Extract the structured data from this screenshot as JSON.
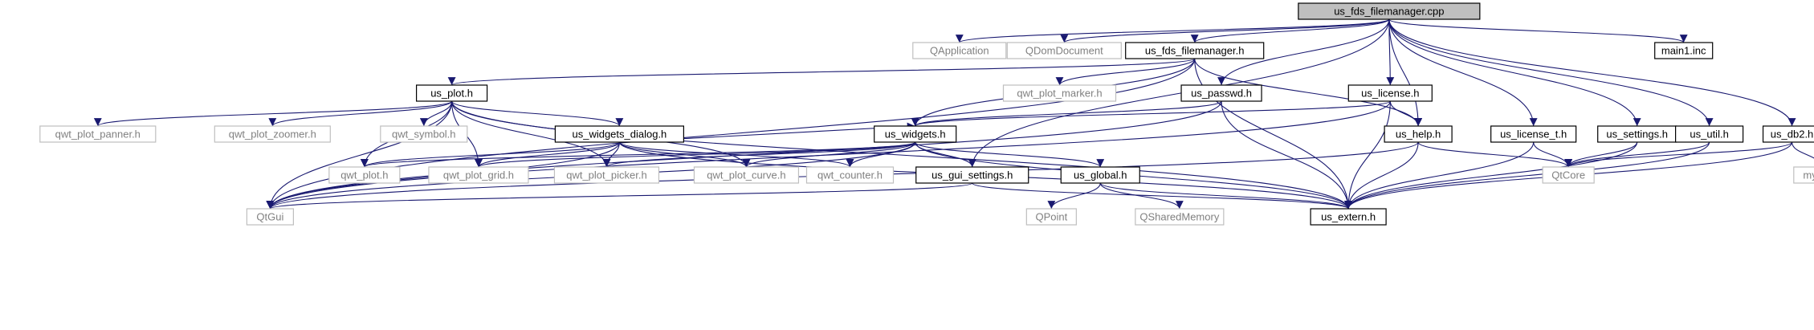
{
  "graph": {
    "title": "us_fds_filemanager.cpp",
    "colors": {
      "edge": "#191970",
      "defined_border": "#000000",
      "undefined_border": "#bfbfbf",
      "root_fill": "#bfbfbf",
      "defined_text": "#000000",
      "undefined_text": "#808080"
    },
    "nodes": [
      {
        "id": "root",
        "label": "us_fds_filemanager.cpp",
        "style": "root"
      },
      {
        "id": "qapplication",
        "label": "QApplication",
        "style": "undefined"
      },
      {
        "id": "qdomdocument",
        "label": "QDomDocument",
        "style": "undefined"
      },
      {
        "id": "us_fds_filemanager_h",
        "label": "us_fds_filemanager.h",
        "style": "defined"
      },
      {
        "id": "main1_inc",
        "label": "main1.inc",
        "style": "defined"
      },
      {
        "id": "us_plot_h",
        "label": "us_plot.h",
        "style": "defined"
      },
      {
        "id": "qwt_plot_marker_h",
        "label": "qwt_plot_marker.h",
        "style": "undefined"
      },
      {
        "id": "us_passwd_h",
        "label": "us_passwd.h",
        "style": "defined"
      },
      {
        "id": "us_license_h",
        "label": "us_license.h",
        "style": "defined"
      },
      {
        "id": "qwt_plot_panner_h",
        "label": "qwt_plot_panner.h",
        "style": "undefined"
      },
      {
        "id": "qwt_plot_zoomer_h",
        "label": "qwt_plot_zoomer.h",
        "style": "undefined"
      },
      {
        "id": "qwt_symbol_h",
        "label": "qwt_symbol.h",
        "style": "undefined"
      },
      {
        "id": "us_widgets_dialog_h",
        "label": "us_widgets_dialog.h",
        "style": "defined"
      },
      {
        "id": "us_widgets_h",
        "label": "us_widgets.h",
        "style": "defined"
      },
      {
        "id": "us_help_h",
        "label": "us_help.h",
        "style": "defined"
      },
      {
        "id": "us_license_t_h",
        "label": "us_license_t.h",
        "style": "defined"
      },
      {
        "id": "us_settings_h",
        "label": "us_settings.h",
        "style": "defined"
      },
      {
        "id": "us_util_h",
        "label": "us_util.h",
        "style": "defined"
      },
      {
        "id": "us_db2_h",
        "label": "us_db2.h",
        "style": "defined"
      },
      {
        "id": "qwt_plot_h",
        "label": "qwt_plot.h",
        "style": "undefined"
      },
      {
        "id": "qwt_plot_grid_h",
        "label": "qwt_plot_grid.h",
        "style": "undefined"
      },
      {
        "id": "qwt_plot_picker_h",
        "label": "qwt_plot_picker.h",
        "style": "undefined"
      },
      {
        "id": "qwt_plot_curve_h",
        "label": "qwt_plot_curve.h",
        "style": "undefined"
      },
      {
        "id": "qwt_counter_h",
        "label": "qwt_counter.h",
        "style": "undefined"
      },
      {
        "id": "us_gui_settings_h",
        "label": "us_gui_settings.h",
        "style": "defined"
      },
      {
        "id": "us_global_h",
        "label": "us_global.h",
        "style": "defined"
      },
      {
        "id": "qtcore",
        "label": "QtCore",
        "style": "undefined"
      },
      {
        "id": "mysql_h",
        "label": "mysql.h",
        "style": "undefined"
      },
      {
        "id": "qtgui",
        "label": "QtGui",
        "style": "undefined"
      },
      {
        "id": "qpoint",
        "label": "QPoint",
        "style": "undefined"
      },
      {
        "id": "qsharedmemory",
        "label": "QSharedMemory",
        "style": "undefined"
      },
      {
        "id": "us_extern_h",
        "label": "us_extern.h",
        "style": "defined"
      }
    ],
    "edges": [
      [
        "root",
        "qapplication"
      ],
      [
        "root",
        "qdomdocument"
      ],
      [
        "root",
        "us_fds_filemanager_h"
      ],
      [
        "root",
        "main1_inc"
      ],
      [
        "root",
        "us_passwd_h"
      ],
      [
        "root",
        "us_license_h"
      ],
      [
        "root",
        "us_help_h"
      ],
      [
        "root",
        "us_license_t_h"
      ],
      [
        "root",
        "us_settings_h"
      ],
      [
        "root",
        "us_util_h"
      ],
      [
        "root",
        "us_db2_h"
      ],
      [
        "root",
        "us_gui_settings_h"
      ],
      [
        "us_fds_filemanager_h",
        "us_plot_h"
      ],
      [
        "us_fds_filemanager_h",
        "qwt_plot_marker_h"
      ],
      [
        "us_fds_filemanager_h",
        "us_widgets_h"
      ],
      [
        "us_fds_filemanager_h",
        "us_help_h"
      ],
      [
        "us_fds_filemanager_h",
        "us_extern_h"
      ],
      [
        "us_fds_filemanager_h",
        "qtgui"
      ],
      [
        "us_plot_h",
        "qwt_plot_panner_h"
      ],
      [
        "us_plot_h",
        "qwt_plot_zoomer_h"
      ],
      [
        "us_plot_h",
        "qwt_symbol_h"
      ],
      [
        "us_plot_h",
        "us_widgets_dialog_h"
      ],
      [
        "us_plot_h",
        "qwt_plot_h"
      ],
      [
        "us_plot_h",
        "qwt_plot_grid_h"
      ],
      [
        "us_plot_h",
        "qwt_plot_picker_h"
      ],
      [
        "us_plot_h",
        "qwt_plot_curve_h"
      ],
      [
        "us_plot_h",
        "qtgui"
      ],
      [
        "us_plot_h",
        "us_extern_h"
      ],
      [
        "us_passwd_h",
        "us_widgets_h"
      ],
      [
        "us_passwd_h",
        "us_extern_h"
      ],
      [
        "us_passwd_h",
        "qtgui"
      ],
      [
        "us_license_h",
        "us_widgets_h"
      ],
      [
        "us_license_h",
        "us_help_h"
      ],
      [
        "us_license_h",
        "us_extern_h"
      ],
      [
        "us_license_h",
        "qtgui"
      ],
      [
        "us_widgets_dialog_h",
        "us_widgets_h"
      ],
      [
        "us_widgets_dialog_h",
        "qwt_plot_h"
      ],
      [
        "us_widgets_dialog_h",
        "qwt_plot_grid_h"
      ],
      [
        "us_widgets_dialog_h",
        "qwt_plot_picker_h"
      ],
      [
        "us_widgets_dialog_h",
        "qwt_plot_curve_h"
      ],
      [
        "us_widgets_dialog_h",
        "qwt_counter_h"
      ],
      [
        "us_widgets_dialog_h",
        "qtgui"
      ],
      [
        "us_widgets_dialog_h",
        "us_extern_h"
      ],
      [
        "us_widgets_h",
        "qwt_plot_h"
      ],
      [
        "us_widgets_h",
        "qwt_plot_grid_h"
      ],
      [
        "us_widgets_h",
        "qwt_plot_picker_h"
      ],
      [
        "us_widgets_h",
        "qwt_plot_curve_h"
      ],
      [
        "us_widgets_h",
        "qwt_counter_h"
      ],
      [
        "us_widgets_h",
        "us_gui_settings_h"
      ],
      [
        "us_widgets_h",
        "us_global_h"
      ],
      [
        "us_widgets_h",
        "qtgui"
      ],
      [
        "us_widgets_h",
        "us_extern_h"
      ],
      [
        "us_help_h",
        "qtcore"
      ],
      [
        "us_help_h",
        "us_extern_h"
      ],
      [
        "us_help_h",
        "qtgui"
      ],
      [
        "us_license_t_h",
        "qtcore"
      ],
      [
        "us_license_t_h",
        "us_extern_h"
      ],
      [
        "us_settings_h",
        "qtcore"
      ],
      [
        "us_settings_h",
        "us_extern_h"
      ],
      [
        "us_util_h",
        "qtcore"
      ],
      [
        "us_util_h",
        "us_extern_h"
      ],
      [
        "us_db2_h",
        "qtcore"
      ],
      [
        "us_db2_h",
        "mysql_h"
      ],
      [
        "us_db2_h",
        "us_extern_h"
      ],
      [
        "us_gui_settings_h",
        "qtgui"
      ],
      [
        "us_gui_settings_h",
        "us_extern_h"
      ],
      [
        "us_global_h",
        "qpoint"
      ],
      [
        "us_global_h",
        "qsharedmemory"
      ],
      [
        "us_global_h",
        "us_extern_h"
      ]
    ]
  }
}
